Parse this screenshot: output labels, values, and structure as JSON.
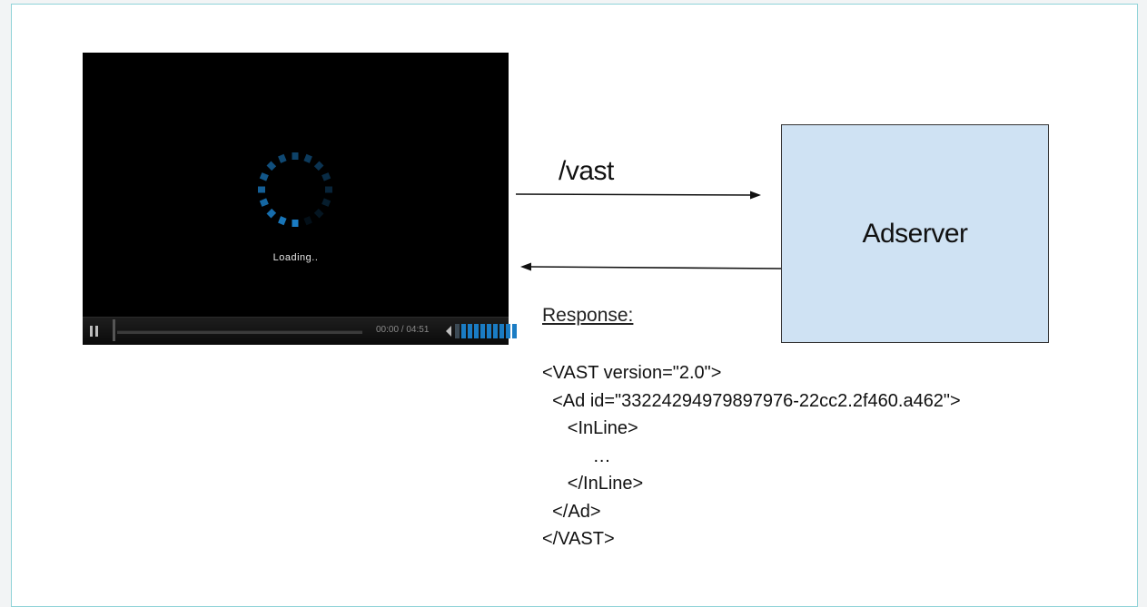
{
  "player": {
    "loading_text": "Loading..",
    "time": "00:00 / 04:51",
    "volume_bar_count": 10
  },
  "request_label": "/vast",
  "adserver_label": "Adserver",
  "response_label": "Response:",
  "response_lines": [
    "<VAST version=\"2.0\">",
    "  <Ad id=\"33224294979897976-22cc2.2f460.a462\">",
    "     <InLine>",
    "          …",
    "     </InLine>",
    "  </Ad>",
    "</VAST>"
  ],
  "colors": {
    "adserver_fill": "#cfe2f3",
    "spinner_blue": "#1a7cc4",
    "frame_border": "#8fd3d8"
  }
}
